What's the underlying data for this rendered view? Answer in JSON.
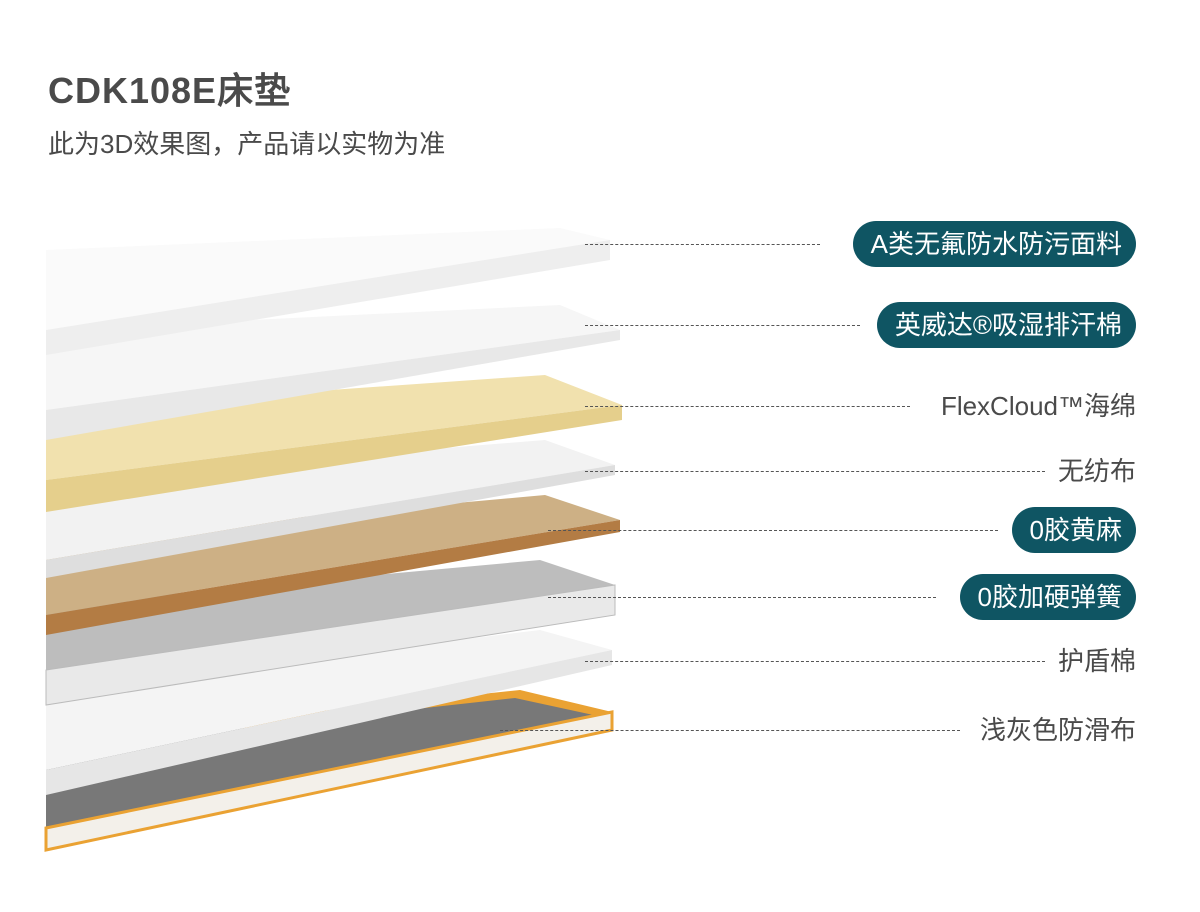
{
  "title": "CDK108E床垫",
  "subtitle": "此为3D效果图，产品请以实物为准",
  "layers": [
    {
      "label": "A类无氟防水防污面料",
      "highlighted": true
    },
    {
      "label": "英威达®吸湿排汗棉",
      "highlighted": true
    },
    {
      "label": "FlexCloud™海绵",
      "highlighted": false
    },
    {
      "label": "无纺布",
      "highlighted": false
    },
    {
      "label": "0胶黄麻",
      "highlighted": true
    },
    {
      "label": "0胶加硬弹簧",
      "highlighted": true
    },
    {
      "label": "护盾棉",
      "highlighted": false
    },
    {
      "label": "浅灰色防滑布",
      "highlighted": false
    }
  ],
  "colors": {
    "accent": "#0f5563",
    "text": "#4a4a4a",
    "foam": "#f1e1ae",
    "jute": "#c9a877",
    "frame": "#e9a233"
  }
}
